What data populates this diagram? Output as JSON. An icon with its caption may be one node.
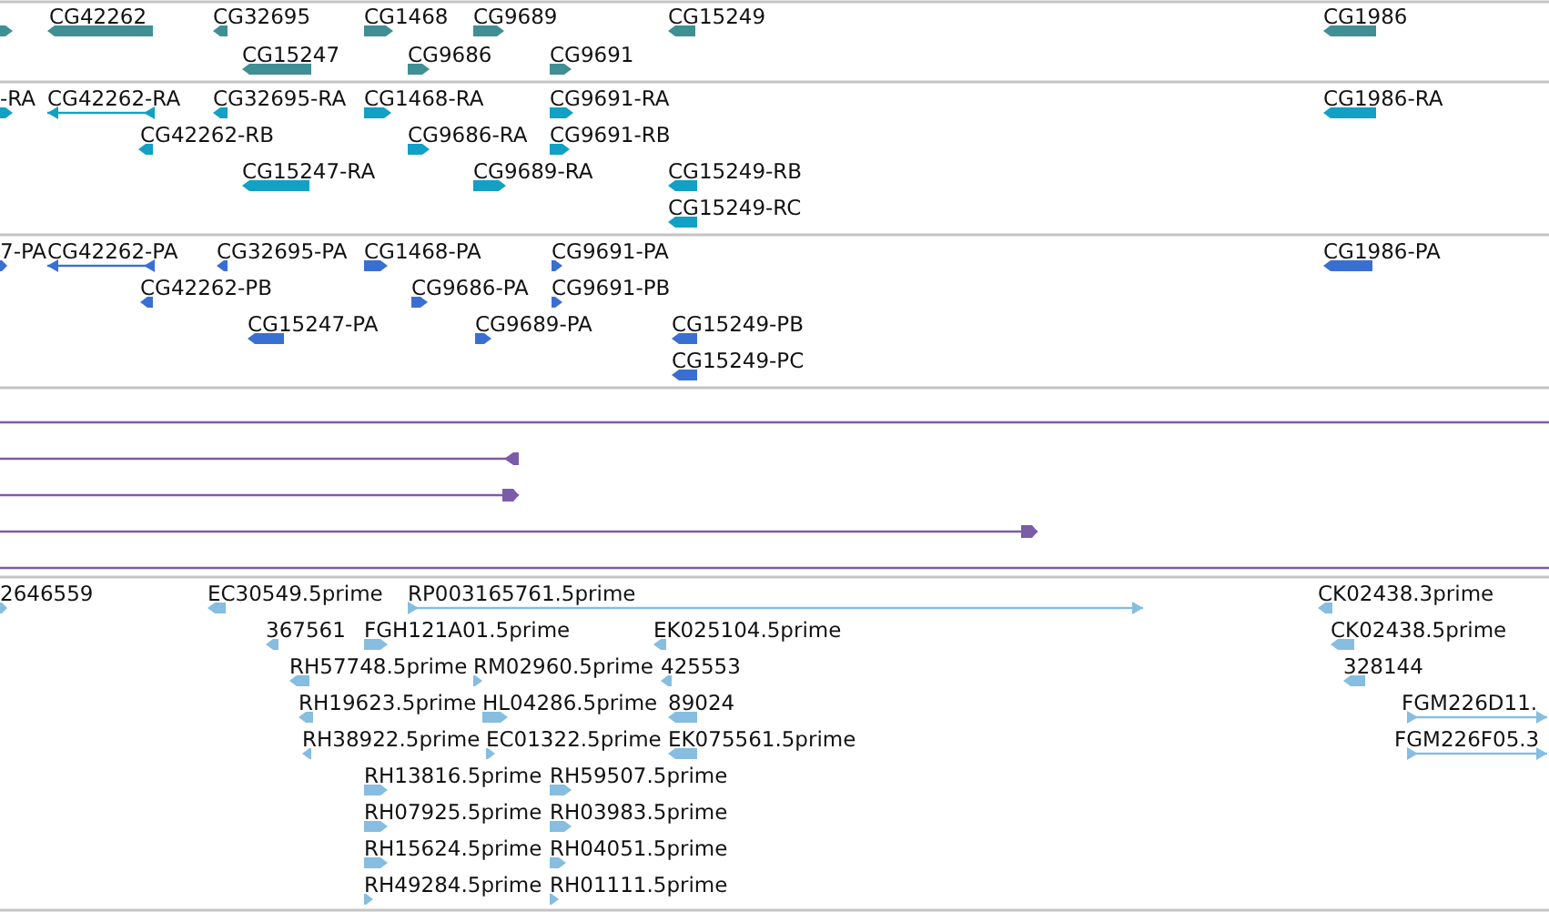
{
  "diagram": {
    "labels": [
      "CG42262",
      "CG32695",
      "CG1468",
      "CG9689",
      "CG15249",
      "CG1986",
      "CG15247",
      "CG9686",
      "CG9691",
      "-RA",
      "CG42262-RA",
      "CG32695-RA",
      "CG1468-RA",
      "CG9691-RA",
      "CG1986-RA",
      "CG42262-RB",
      "CG9686-RA",
      "CG9691-RB",
      "CG15247-RA",
      "CG9689-RA",
      "CG15249-RB",
      "CG15249-RC",
      "7-PA",
      "CG42262-PA",
      "CG32695-PA",
      "CG1468-PA",
      "CG9691-PA",
      "CG1986-PA",
      "CG42262-PB",
      "CG9686-PA",
      "CG9691-PB",
      "CG15247-PA",
      "CG9689-PA",
      "CG15249-PB",
      "CG15249-PC",
      "2646559",
      "EC30549.5prime",
      "RP003165761.5prime",
      "CK02438.3prime",
      "367561",
      "FGH121A01.5prime",
      "EK025104.5prime",
      "CK02438.5prime",
      "RH57748.5prime",
      "RM02960.5prime",
      "425553",
      "328144",
      "RH19623.5prime",
      "HL04286.5prime",
      "89024",
      "FGM226D11.",
      "RH38922.5prime",
      "EC01322.5prime",
      "EK075561.5prime",
      "FGM226F05.3",
      "RH13816.5prime",
      "RH59507.5prime",
      "RH07925.5prime",
      "RH03983.5prime",
      "RH15624.5prime",
      "RH04051.5prime",
      "RH49284.5prime",
      "RH01111.5prime"
    ]
  }
}
